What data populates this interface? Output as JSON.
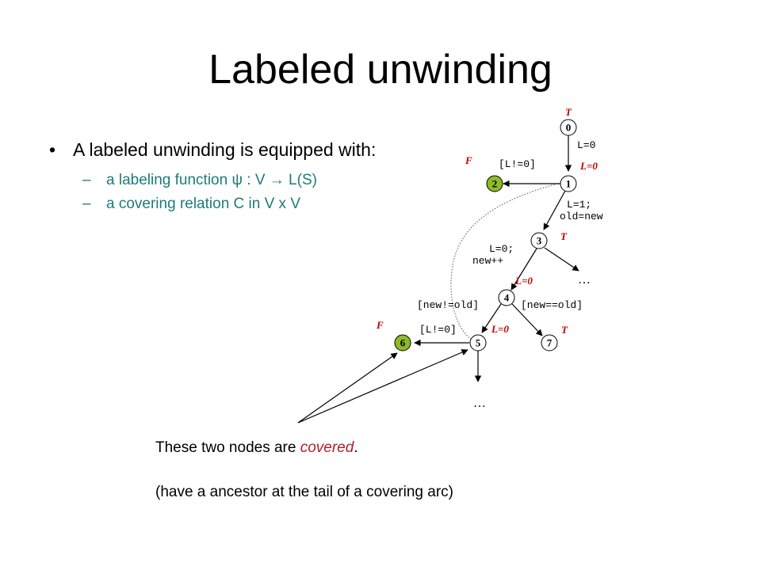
{
  "slide": {
    "title": "Labeled unwinding",
    "bullet": "A labeled unwinding is equipped with:",
    "sub_items": [
      "a labeling function ψ : V → L(S)",
      "a covering relation C in V x V"
    ],
    "note": {
      "prefix": "These two nodes are ",
      "emph": "covered",
      "suffix": ".",
      "detail": "(have a ancestor at the tail of a covering arc)"
    }
  },
  "diagram": {
    "nodes": [
      {
        "id": "0",
        "label_above": "T"
      },
      {
        "id": "1",
        "label_above": "L=0"
      },
      {
        "id": "2",
        "label_above": "F"
      },
      {
        "id": "3",
        "label_above": "T"
      },
      {
        "id": "4",
        "label_above": "L=0"
      },
      {
        "id": "5",
        "label_above": "L=0"
      },
      {
        "id": "6",
        "label_above": "F"
      },
      {
        "id": "7",
        "label_above": "T"
      }
    ],
    "edge_labels": {
      "e0_1": "L=0",
      "e1_2": "[L!=0]",
      "e1_3_line1": "L=1;",
      "e1_3_line2": "old=new",
      "e3_4_line1": "L=0;",
      "e3_4_line2": "new++",
      "e4_5": "[new!=old]",
      "e4_7": "[new==old]",
      "e5_6": "[L!=0]"
    },
    "ellipsis": "…",
    "colors": {
      "covered_node": "#8dbb28",
      "node": "#ffffff",
      "state_label": "#c00000",
      "sub_text": "#1e7a7a",
      "emphasis": "#b11e2a"
    }
  }
}
